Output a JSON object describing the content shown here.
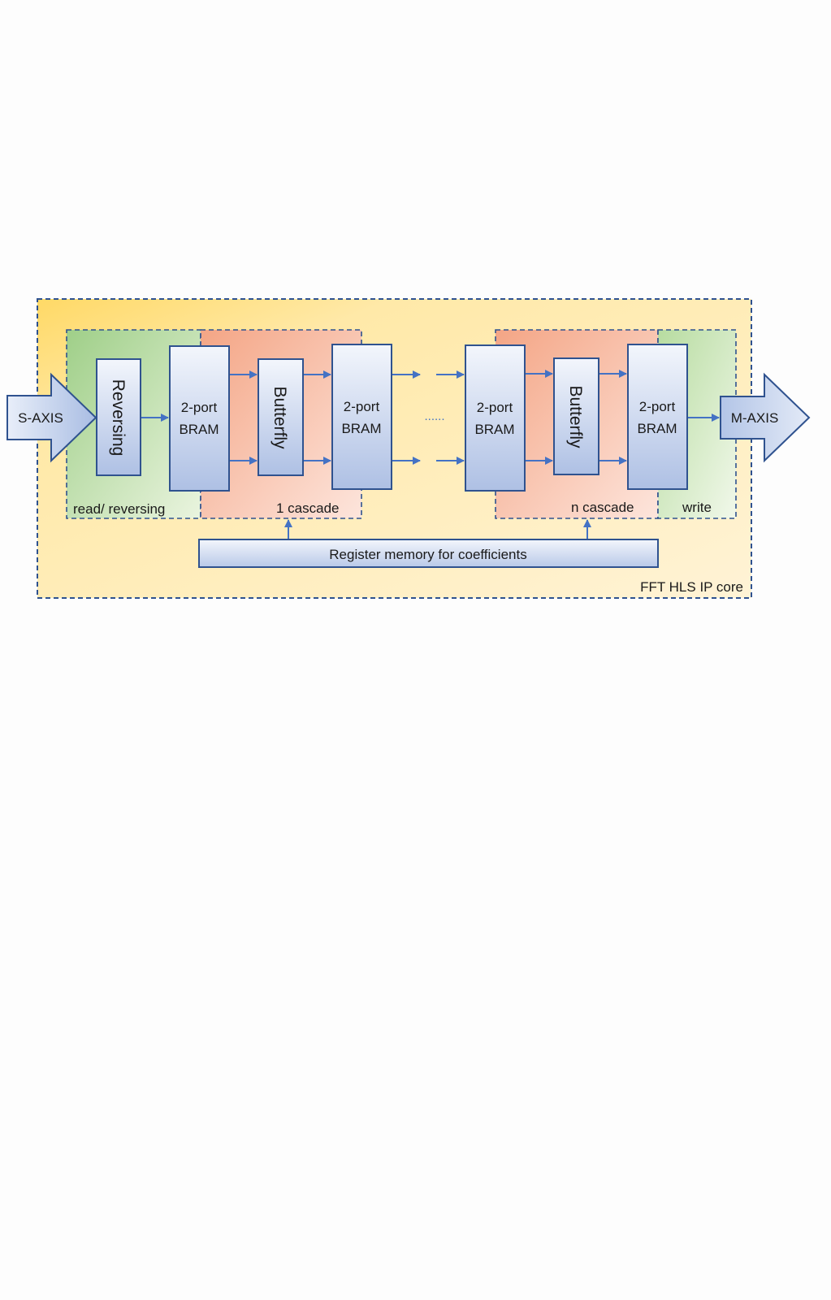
{
  "diagram": {
    "core_label": "FFT HLS IP core",
    "input_port": "S-AXIS",
    "output_port": "M-AXIS",
    "stages": {
      "read": "read/ reversing",
      "cascade_first": "1 cascade",
      "cascade_last": "n cascade",
      "write": "write"
    },
    "blocks": {
      "reversing": "Reversing",
      "bram_line1": "2-port",
      "bram_line2": "BRAM",
      "butterfly": "Butterfly",
      "coeff_memory": "Register memory for coefficients"
    },
    "ellipsis": "......",
    "colors": {
      "block_stroke": "#2f528f",
      "arrow": "#4472c4",
      "outer_fill": "#ffe699",
      "green_stage": "#a9d18e",
      "red_stage": "#f4b183"
    }
  }
}
